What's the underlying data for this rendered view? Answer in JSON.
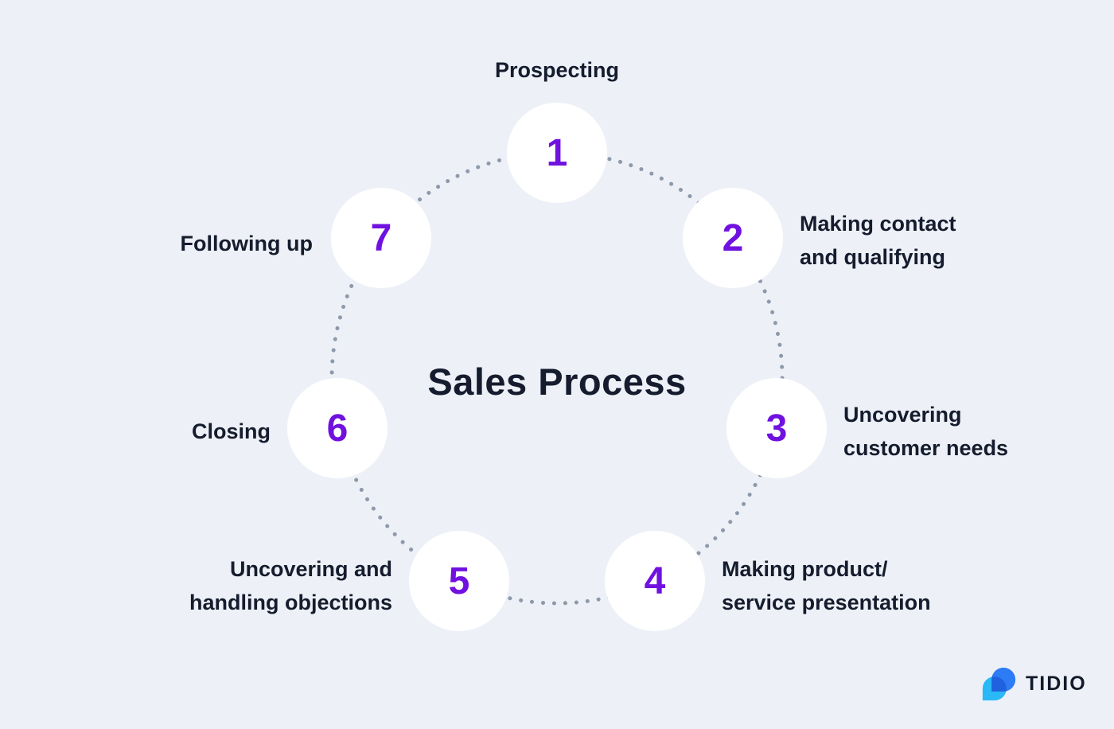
{
  "diagram": {
    "title": "Sales Process",
    "steps": [
      {
        "number": "1",
        "label": "Prospecting",
        "lines": [
          "Prospecting"
        ]
      },
      {
        "number": "2",
        "label": "Making contact and qualifying",
        "lines": [
          "Making contact",
          "and qualifying"
        ]
      },
      {
        "number": "3",
        "label": "Uncovering customer needs",
        "lines": [
          "Uncovering",
          "customer needs"
        ]
      },
      {
        "number": "4",
        "label": "Making product/ service presentation",
        "lines": [
          "Making product/",
          "service presentation"
        ]
      },
      {
        "number": "5",
        "label": "Uncovering and handling objections",
        "lines": [
          "Uncovering and",
          "handling objections"
        ]
      },
      {
        "number": "6",
        "label": "Closing",
        "lines": [
          "Closing"
        ]
      },
      {
        "number": "7",
        "label": "Following up",
        "lines": [
          "Following up"
        ]
      }
    ]
  },
  "branding": {
    "wordmark": "TIDIO"
  },
  "colors": {
    "background": "#edf1f7",
    "text": "#151c2e",
    "accent_purple": "#7011e0",
    "dot_gray": "#8e99ab",
    "node_fill": "#ffffff",
    "logo_blue": "#2e7cf5",
    "logo_cyan": "#2bb8f7",
    "logo_overlap": "#2061dd"
  }
}
